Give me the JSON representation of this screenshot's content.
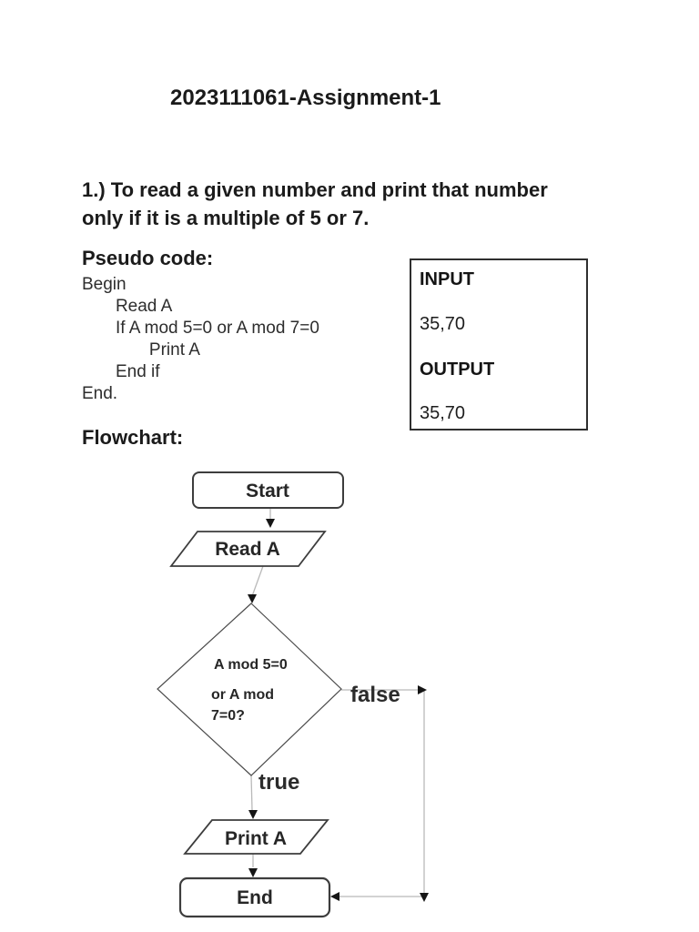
{
  "title": "2023111061-Assignment-1",
  "problem": {
    "heading": "1.) To read a given number and print that number\nonly if it is a multiple of 5 or 7."
  },
  "pseudo": {
    "heading": "Pseudo code:",
    "code": "Begin\n       Read A\n       If A mod 5=0 or A mod 7=0\n              Print A\n       End if\nEnd."
  },
  "io": {
    "input_label": "INPUT",
    "input_value": "35,70",
    "output_label": "OUTPUT",
    "output_value": "35,70"
  },
  "flow": {
    "heading": "Flowchart:",
    "start": "Start",
    "read": "Read A",
    "decision": [
      "A mod 5=0",
      "or A mod",
      "7=0?"
    ],
    "print": "Print A",
    "end": "End",
    "true_label": "true",
    "false_label": "false"
  },
  "colors": {
    "page_background": "#ffffff",
    "body_text": "#1b1b1b",
    "shape_border": "#3d3d3d",
    "connector_line": "#b9b9b9",
    "arrowhead": "#151515",
    "flow_text": "#262626"
  }
}
